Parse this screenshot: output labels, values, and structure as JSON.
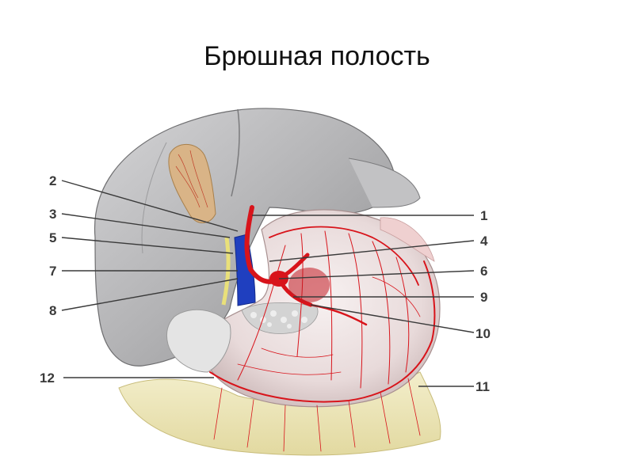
{
  "title": "Брюшная полость",
  "labels": {
    "l1": "1",
    "l2": "2",
    "l3": "3",
    "l4": "4",
    "l5": "5",
    "l6": "6",
    "l7": "7",
    "l8": "8",
    "l9": "9",
    "l10": "10",
    "l11": "11",
    "l12": "12"
  },
  "colors": {
    "liver": "#b9b9ba",
    "stomach": "#ebe2e2",
    "artery": "#d8141b",
    "vein": "#1f3fbf",
    "duct": "#e9e07a",
    "gallbladder": "#d9b487",
    "omentum": "#ece6b8",
    "pancreas": "#cfcfcf"
  }
}
